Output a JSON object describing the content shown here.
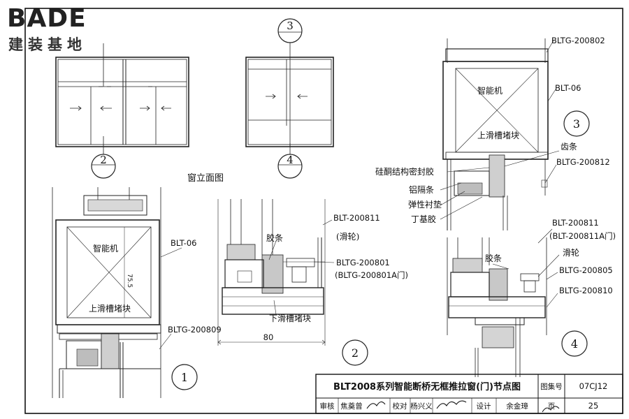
{
  "brand": {
    "en": "BADE",
    "cn": "建装基地"
  },
  "elevation": {
    "caption": "窗立面图",
    "markers": [
      "2",
      "3",
      "4"
    ]
  },
  "details": {
    "d1": {
      "number": "1",
      "labels": {
        "blt06": "BLT-06",
        "bltg200809": "BLTG-200809",
        "motor": "智能机",
        "block": "上滑槽堵块",
        "dim": "75.5"
      }
    },
    "d2": {
      "number": "2",
      "labels": {
        "blt200811": "BLT-200811",
        "pulley": "(滑轮)",
        "strip": "胶条",
        "bltg200801": "BLTG-200801",
        "bltg200801a": "(BLTG-200801A门)",
        "block": "下滑槽堵块",
        "dim": "80"
      }
    },
    "d3": {
      "number": "3",
      "labels": {
        "bltg200802": "BLTG-200802",
        "blt06": "BLT-06",
        "motor": "智能机",
        "block": "上滑槽堵块",
        "rack": "齿条",
        "bltg200812": "BLTG-200812",
        "sealant": "硅酮结构密封胶",
        "spacer": "铝隔条",
        "pad": "弹性衬垫",
        "butyl": "丁基胶"
      }
    },
    "d4": {
      "number": "4",
      "labels": {
        "blt200811": "BLT-200811",
        "blt200811a": "(BLT-200811A门)",
        "strip": "胶条",
        "pulley": "滑轮",
        "bltg200805": "BLTG-200805",
        "bltg200810": "BLTG-200810"
      }
    }
  },
  "title_block": {
    "title": "BLT2008系列智能断桥无框推拉窗(门)节点图",
    "atlas_label": "图集号",
    "atlas_no": "07CJ12",
    "page_label": "页",
    "page_no": "25",
    "review_label": "审核",
    "reviewer": "焦奠曾",
    "check_label": "校对",
    "checker": "杨兴义",
    "design_label": "设计",
    "designer": "余金璋"
  }
}
